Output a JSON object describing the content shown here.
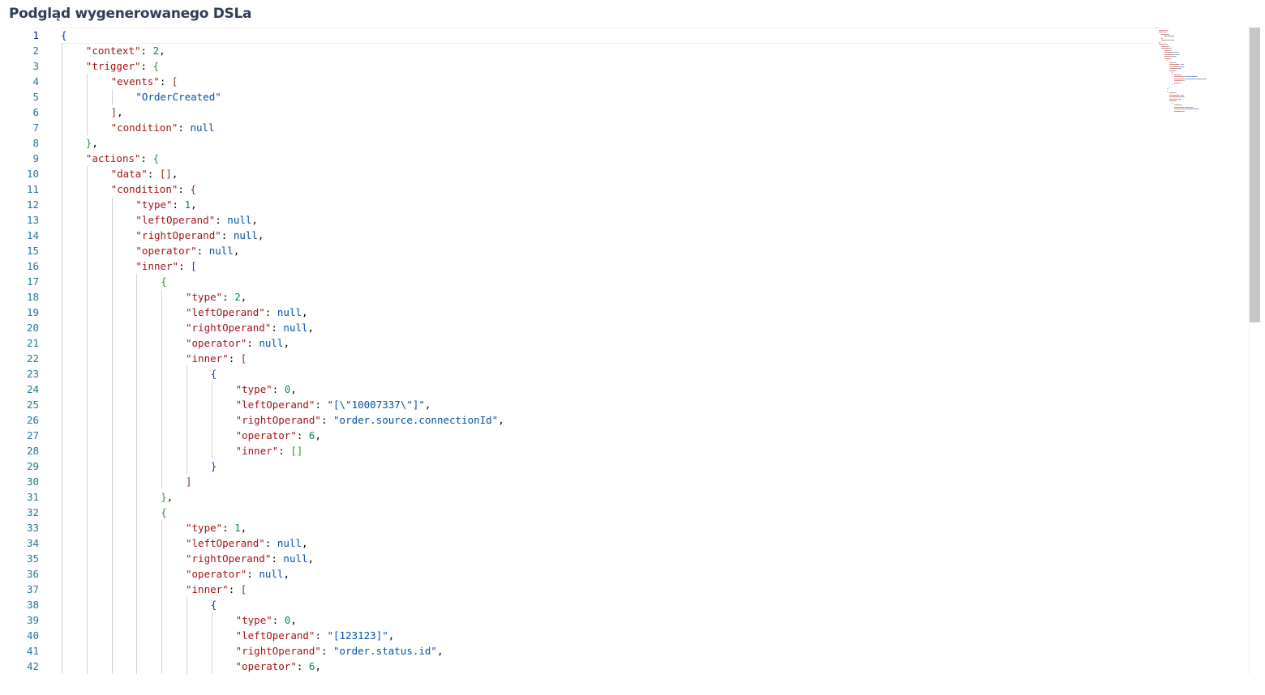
{
  "page_title": "Podgląd wygenerowanego DSLa",
  "editor": {
    "first_line_number": 1,
    "active_line": 1,
    "lines": [
      [
        [
          "b1",
          "{"
        ]
      ],
      [
        [
          "key",
          "\"context\""
        ],
        [
          "p",
          ": "
        ],
        [
          "num",
          "2"
        ],
        [
          "p",
          ","
        ]
      ],
      [
        [
          "key",
          "\"trigger\""
        ],
        [
          "p",
          ": "
        ],
        [
          "b2",
          "{"
        ]
      ],
      [
        [
          "key",
          "\"events\""
        ],
        [
          "p",
          ": "
        ],
        [
          "b3",
          "["
        ]
      ],
      [
        [
          "str",
          "\"OrderCreated\""
        ]
      ],
      [
        [
          "b3",
          "]"
        ],
        [
          "p",
          ","
        ]
      ],
      [
        [
          "key",
          "\"condition\""
        ],
        [
          "p",
          ": "
        ],
        [
          "kw",
          "null"
        ]
      ],
      [
        [
          "b2",
          "}"
        ],
        [
          "p",
          ","
        ]
      ],
      [
        [
          "key",
          "\"actions\""
        ],
        [
          "p",
          ": "
        ],
        [
          "b2",
          "{"
        ]
      ],
      [
        [
          "key",
          "\"data\""
        ],
        [
          "p",
          ": "
        ],
        [
          "b3",
          "[]"
        ],
        [
          "p",
          ","
        ]
      ],
      [
        [
          "key",
          "\"condition\""
        ],
        [
          "p",
          ": "
        ],
        [
          "b3",
          "{"
        ]
      ],
      [
        [
          "key",
          "\"type\""
        ],
        [
          "p",
          ": "
        ],
        [
          "num",
          "1"
        ],
        [
          "p",
          ","
        ]
      ],
      [
        [
          "key",
          "\"leftOperand\""
        ],
        [
          "p",
          ": "
        ],
        [
          "kw",
          "null"
        ],
        [
          "p",
          ","
        ]
      ],
      [
        [
          "key",
          "\"rightOperand\""
        ],
        [
          "p",
          ": "
        ],
        [
          "kw",
          "null"
        ],
        [
          "p",
          ","
        ]
      ],
      [
        [
          "key",
          "\"operator\""
        ],
        [
          "p",
          ": "
        ],
        [
          "kw",
          "null"
        ],
        [
          "p",
          ","
        ]
      ],
      [
        [
          "key",
          "\"inner\""
        ],
        [
          "p",
          ": "
        ],
        [
          "b1",
          "["
        ]
      ],
      [
        [
          "b2",
          "{"
        ]
      ],
      [
        [
          "key",
          "\"type\""
        ],
        [
          "p",
          ": "
        ],
        [
          "num",
          "2"
        ],
        [
          "p",
          ","
        ]
      ],
      [
        [
          "key",
          "\"leftOperand\""
        ],
        [
          "p",
          ": "
        ],
        [
          "kw",
          "null"
        ],
        [
          "p",
          ","
        ]
      ],
      [
        [
          "key",
          "\"rightOperand\""
        ],
        [
          "p",
          ": "
        ],
        [
          "kw",
          "null"
        ],
        [
          "p",
          ","
        ]
      ],
      [
        [
          "key",
          "\"operator\""
        ],
        [
          "p",
          ": "
        ],
        [
          "kw",
          "null"
        ],
        [
          "p",
          ","
        ]
      ],
      [
        [
          "key",
          "\"inner\""
        ],
        [
          "p",
          ": "
        ],
        [
          "b3",
          "["
        ]
      ],
      [
        [
          "b1",
          "{"
        ]
      ],
      [
        [
          "key",
          "\"type\""
        ],
        [
          "p",
          ": "
        ],
        [
          "num",
          "0"
        ],
        [
          "p",
          ","
        ]
      ],
      [
        [
          "key",
          "\"leftOperand\""
        ],
        [
          "p",
          ": "
        ],
        [
          "str",
          "\"[\\\"10007337\\\"]\""
        ],
        [
          "p",
          ","
        ]
      ],
      [
        [
          "key",
          "\"rightOperand\""
        ],
        [
          "p",
          ": "
        ],
        [
          "str",
          "\"order.source.connectionId\""
        ],
        [
          "p",
          ","
        ]
      ],
      [
        [
          "key",
          "\"operator\""
        ],
        [
          "p",
          ": "
        ],
        [
          "num",
          "6"
        ],
        [
          "p",
          ","
        ]
      ],
      [
        [
          "key",
          "\"inner\""
        ],
        [
          "p",
          ": "
        ],
        [
          "b2",
          "[]"
        ]
      ],
      [
        [
          "b1",
          "}"
        ]
      ],
      [
        [
          "b3",
          "]"
        ]
      ],
      [
        [
          "b2",
          "}"
        ],
        [
          "p",
          ","
        ]
      ],
      [
        [
          "b2",
          "{"
        ]
      ],
      [
        [
          "key",
          "\"type\""
        ],
        [
          "p",
          ": "
        ],
        [
          "num",
          "1"
        ],
        [
          "p",
          ","
        ]
      ],
      [
        [
          "key",
          "\"leftOperand\""
        ],
        [
          "p",
          ": "
        ],
        [
          "kw",
          "null"
        ],
        [
          "p",
          ","
        ]
      ],
      [
        [
          "key",
          "\"rightOperand\""
        ],
        [
          "p",
          ": "
        ],
        [
          "kw",
          "null"
        ],
        [
          "p",
          ","
        ]
      ],
      [
        [
          "key",
          "\"operator\""
        ],
        [
          "p",
          ": "
        ],
        [
          "kw",
          "null"
        ],
        [
          "p",
          ","
        ]
      ],
      [
        [
          "key",
          "\"inner\""
        ],
        [
          "p",
          ": "
        ],
        [
          "b3",
          "["
        ]
      ],
      [
        [
          "b1",
          "{"
        ]
      ],
      [
        [
          "key",
          "\"type\""
        ],
        [
          "p",
          ": "
        ],
        [
          "num",
          "0"
        ],
        [
          "p",
          ","
        ]
      ],
      [
        [
          "key",
          "\"leftOperand\""
        ],
        [
          "p",
          ": "
        ],
        [
          "str",
          "\"[123123]\""
        ],
        [
          "p",
          ","
        ]
      ],
      [
        [
          "key",
          "\"rightOperand\""
        ],
        [
          "p",
          ": "
        ],
        [
          "str",
          "\"order.status.id\""
        ],
        [
          "p",
          ","
        ]
      ],
      [
        [
          "key",
          "\"operator\""
        ],
        [
          "p",
          ": "
        ],
        [
          "num",
          "6"
        ],
        [
          "p",
          ","
        ]
      ]
    ]
  },
  "colors": {
    "key": "#a31515",
    "string": "#0451a5",
    "number": "#098658",
    "keyword": "#0451a5",
    "bracket_level_1": "#0431fa",
    "bracket_level_2": "#319331",
    "bracket_level_3": "#7b3814",
    "line_number": "#237893",
    "title": "#2f3e55"
  }
}
